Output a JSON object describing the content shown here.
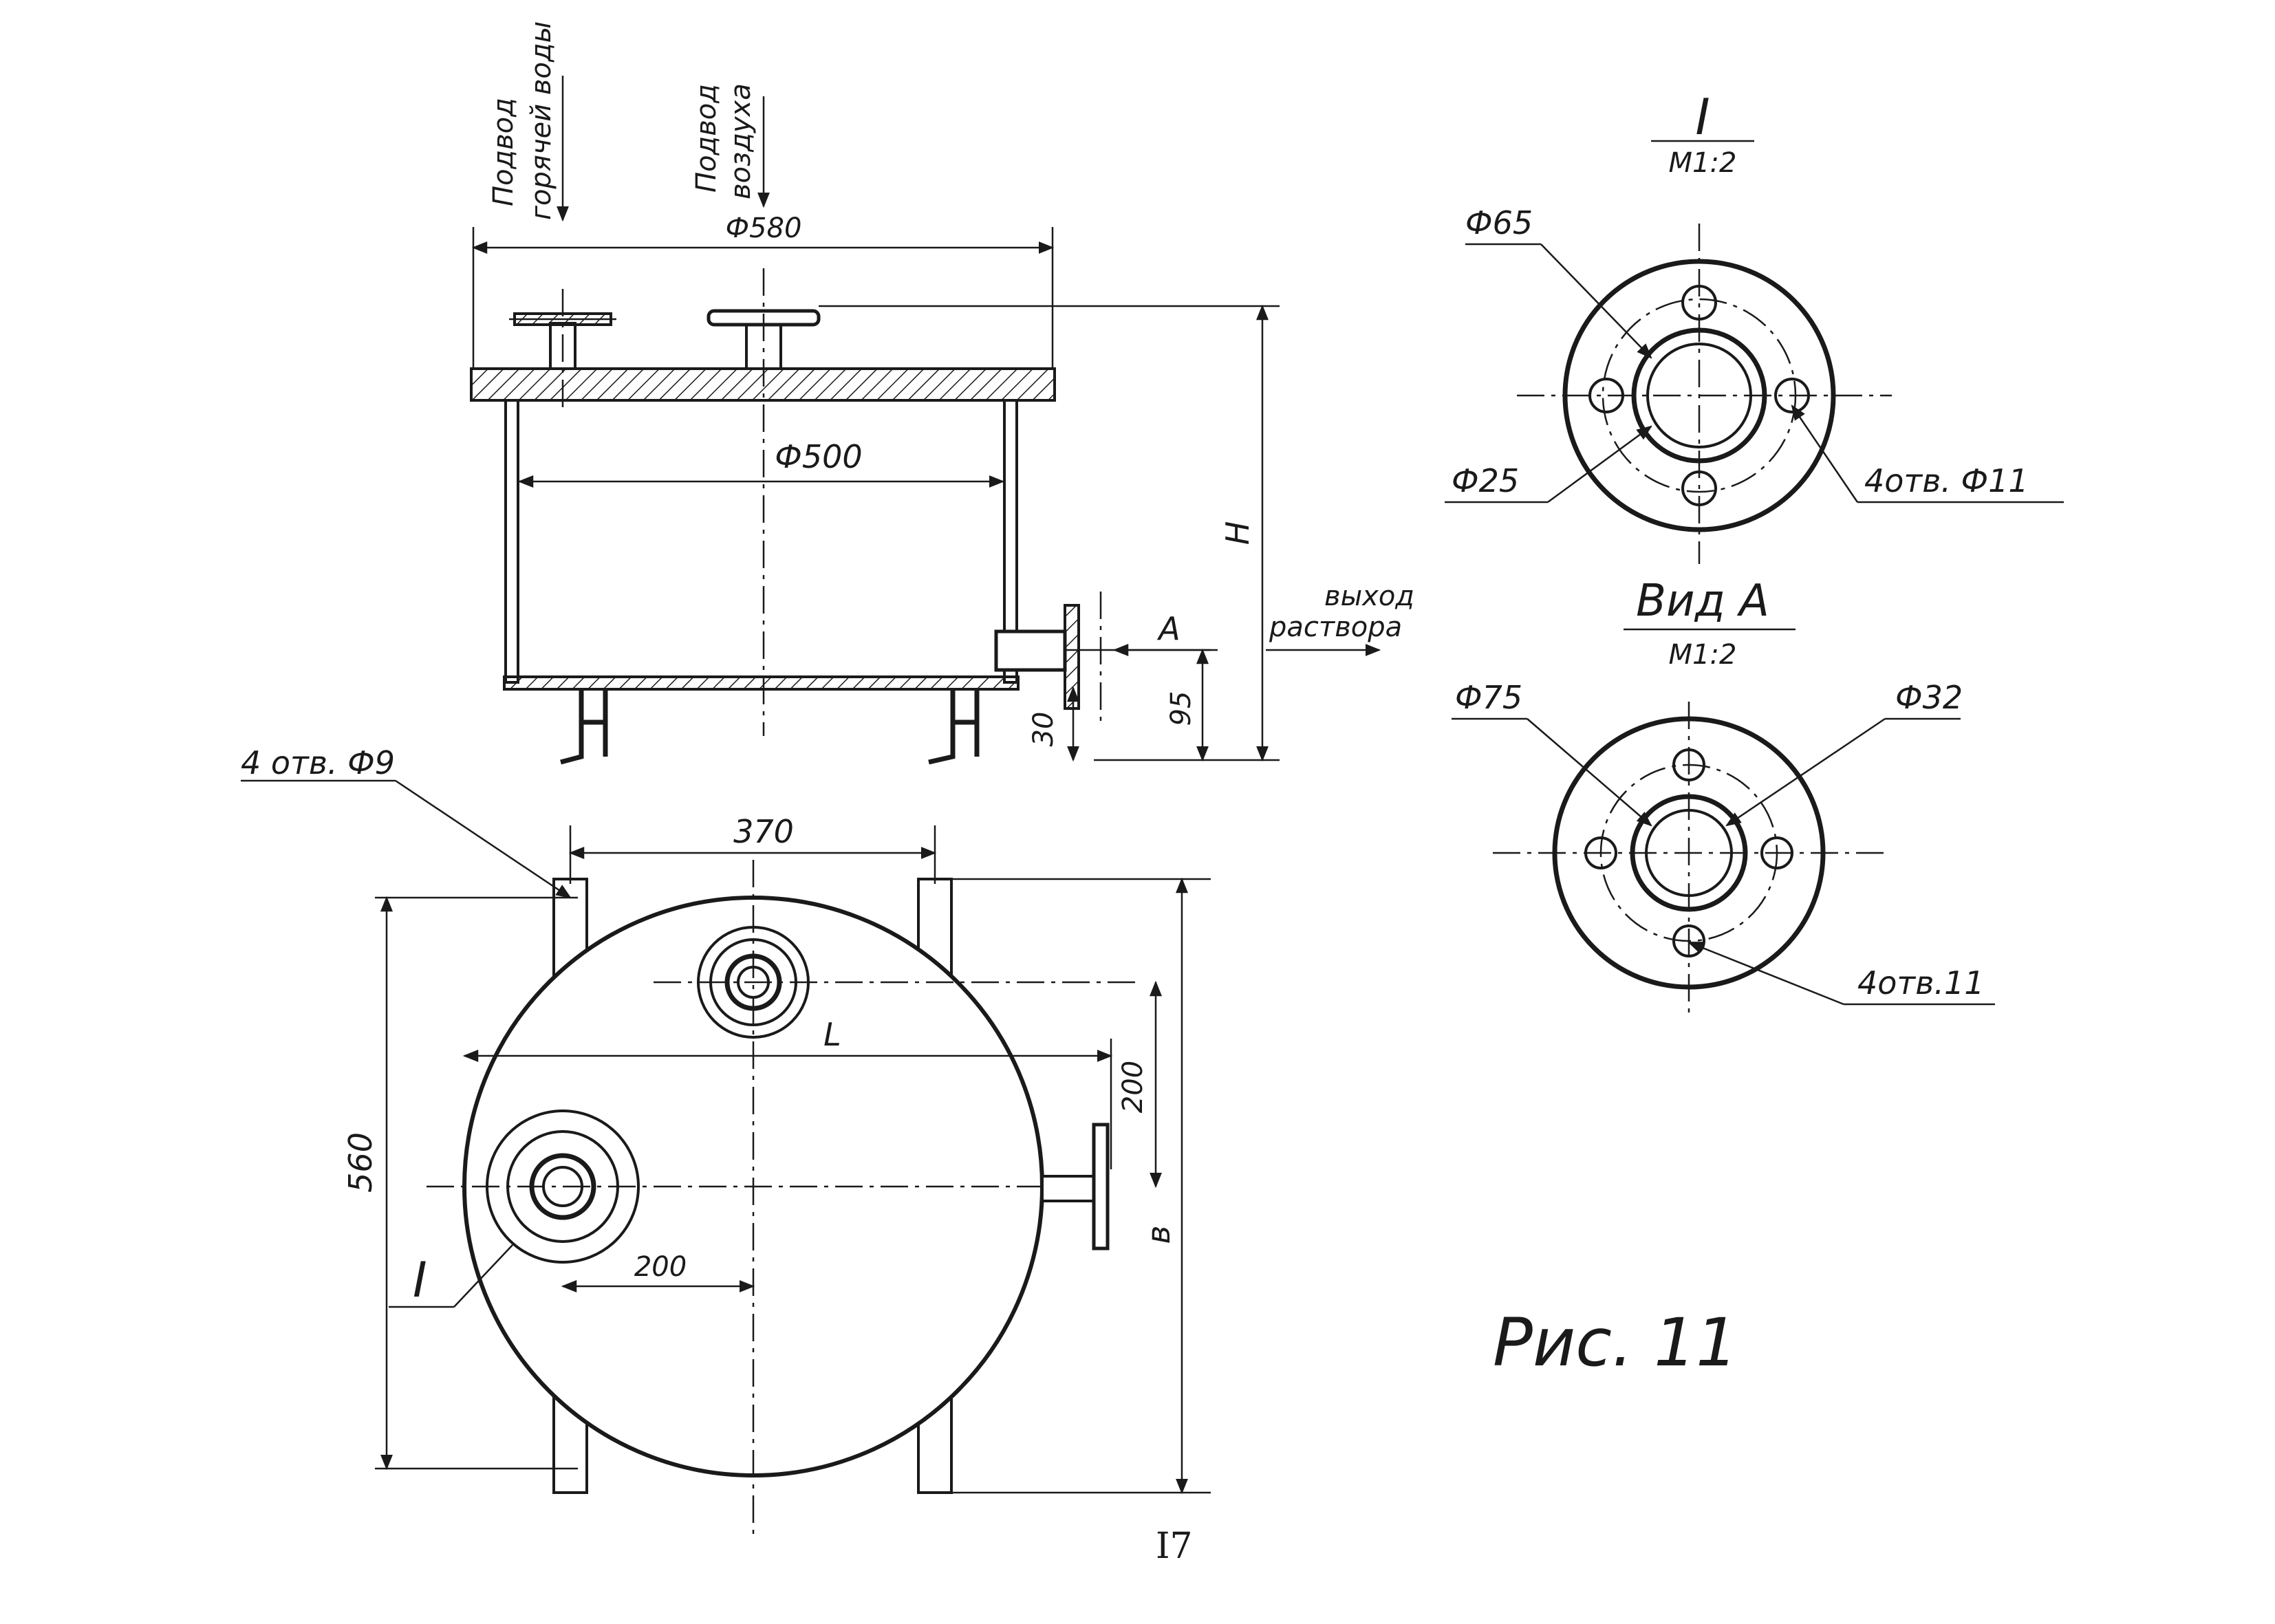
{
  "front_view": {
    "inlet_hot_water": "Подвод горячей воды",
    "inlet_hot_water_l1": "Подвод",
    "inlet_hot_water_l2": "горячей воды",
    "inlet_air_l1": "Подвод",
    "inlet_air_l2": "воздуха",
    "outer_diameter": "Ф580",
    "inner_diameter": "Ф500",
    "height": "H",
    "outlet_l1": "выход",
    "outlet_l2": "раствора",
    "view_mark": "A",
    "dim_30": "30",
    "dim_95": "95"
  },
  "plan_view": {
    "holes_note": "4 отв. Ф9",
    "dim_370": "370",
    "dim_560": "560",
    "dim_L": "L",
    "dim_200_right": "200",
    "dim_200_bottom": "200",
    "dim_B": "в",
    "detail_mark": "I"
  },
  "detail_I": {
    "title": "I",
    "scale": "М1:2",
    "d_flange": "Ф65",
    "d_bore": "Ф25",
    "holes": "4отв. Ф11"
  },
  "view_A": {
    "title": "Вид А",
    "scale": "М1:2",
    "d_flange": "Ф75",
    "d_bore": "Ф32",
    "holes": "4отв.11"
  },
  "figure_caption": "Рис. 11",
  "page_number": "I7"
}
